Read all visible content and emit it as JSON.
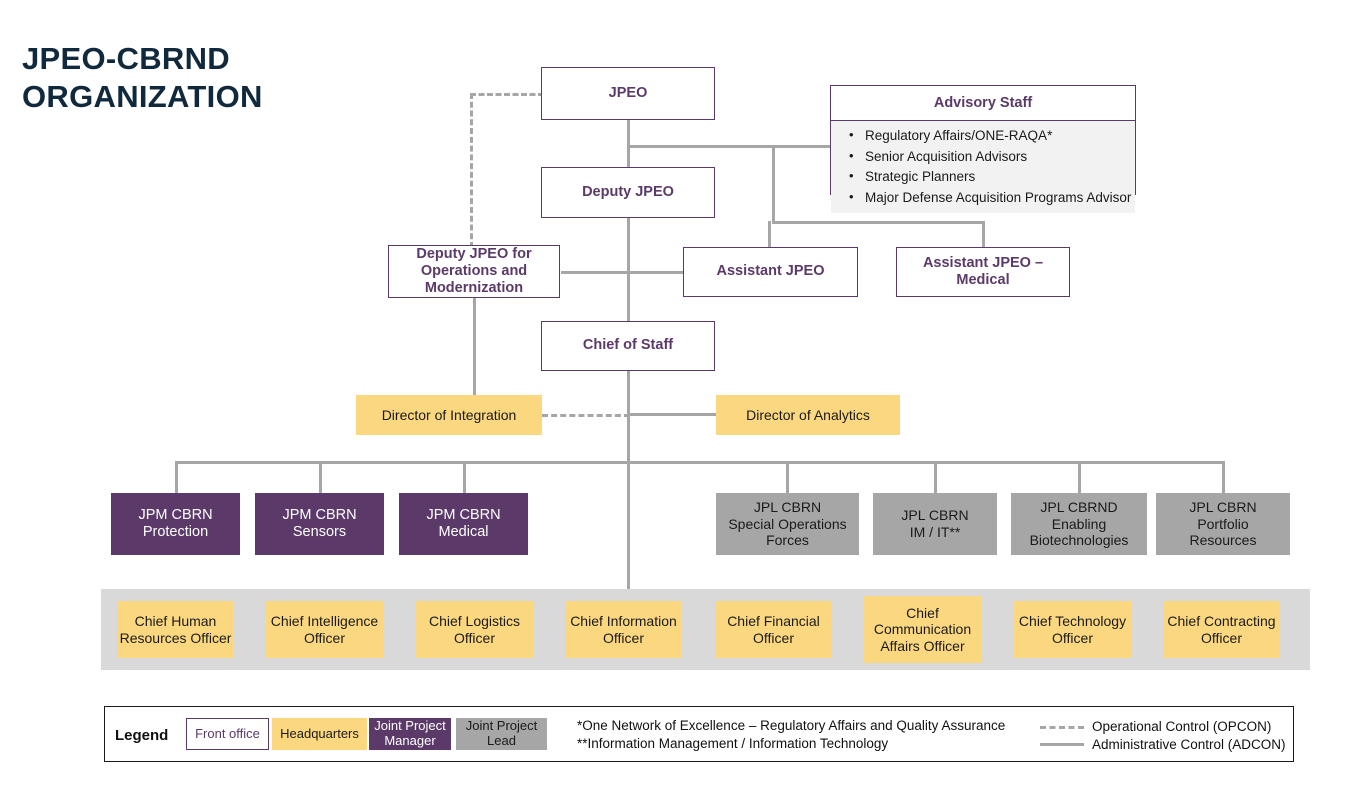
{
  "page": {
    "title_line1": "JPEO-CBRND",
    "title_line2": "ORGANIZATION"
  },
  "colors": {
    "title": "#10293d",
    "front_office_border": "#5b3a69",
    "front_office_text": "#5b3a69",
    "headquarters": "#fbd87f",
    "joint_project_manager": "#5b3a69",
    "joint_project_lead": "#a6a6a6",
    "connector": "#a6a6a6",
    "band": "#d9d9d9",
    "advisory_body": "#f2f2f2"
  },
  "front_office": {
    "jpeo": "JPEO",
    "deputy_jpeo": "Deputy JPEO",
    "deputy_jpeo_ops": "Deputy JPEO for Operations and Modernization",
    "assistant_jpeo": "Assistant JPEO",
    "assistant_jpeo_medical": "Assistant JPEO – Medical",
    "chief_of_staff": "Chief of Staff"
  },
  "advisory": {
    "heading": "Advisory Staff",
    "items": [
      "Regulatory Affairs/ONE-RAQA*",
      "Senior Acquisition Advisors",
      "Strategic Planners",
      "Major Defense Acquisition Programs Advisor"
    ]
  },
  "directors": [
    {
      "label": "Director of Integration"
    },
    {
      "label": "Director of Analytics"
    }
  ],
  "joint_project_managers": [
    {
      "line1": "JPM CBRN",
      "line2": "Protection"
    },
    {
      "line1": "JPM CBRN",
      "line2": "Sensors"
    },
    {
      "line1": "JPM CBRN",
      "line2": "Medical"
    }
  ],
  "joint_project_leads": [
    {
      "line1": "JPL CBRN",
      "line2": "Special Operations",
      "line3": "Forces"
    },
    {
      "line1": "JPL CBRN",
      "line2": "IM / IT**",
      "line3": ""
    },
    {
      "line1": "JPL CBRND",
      "line2": "Enabling",
      "line3": "Biotechnologies"
    },
    {
      "line1": "JPL CBRN",
      "line2": "Portfolio",
      "line3": "Resources"
    }
  ],
  "chief_officers": [
    {
      "line1": "Chief Human",
      "line2": "Resources Officer",
      "line3": ""
    },
    {
      "line1": "Chief Intelligence",
      "line2": "Officer",
      "line3": ""
    },
    {
      "line1": "Chief Logistics",
      "line2": "Officer",
      "line3": ""
    },
    {
      "line1": "Chief Information",
      "line2": "Officer",
      "line3": ""
    },
    {
      "line1": "Chief Financial",
      "line2": "Officer",
      "line3": ""
    },
    {
      "line1": "Chief",
      "line2": "Communication",
      "line3": "Affairs Officer"
    },
    {
      "line1": "Chief Technology",
      "line2": "Officer",
      "line3": ""
    },
    {
      "line1": "Chief Contracting",
      "line2": "Officer",
      "line3": ""
    }
  ],
  "legend": {
    "title": "Legend",
    "chips": [
      {
        "label": "Front office"
      },
      {
        "label": "Headquarters"
      },
      {
        "label": "Joint Project Manager"
      },
      {
        "label": "Joint Project Lead"
      }
    ],
    "footnote1": "*One Network of Excellence – Regulatory Affairs and Quality Assurance",
    "footnote2": "**Information Management / Information Technology",
    "key_dashed": "Operational Control (OPCON)",
    "key_solid": "Administrative Control (ADCON)"
  }
}
